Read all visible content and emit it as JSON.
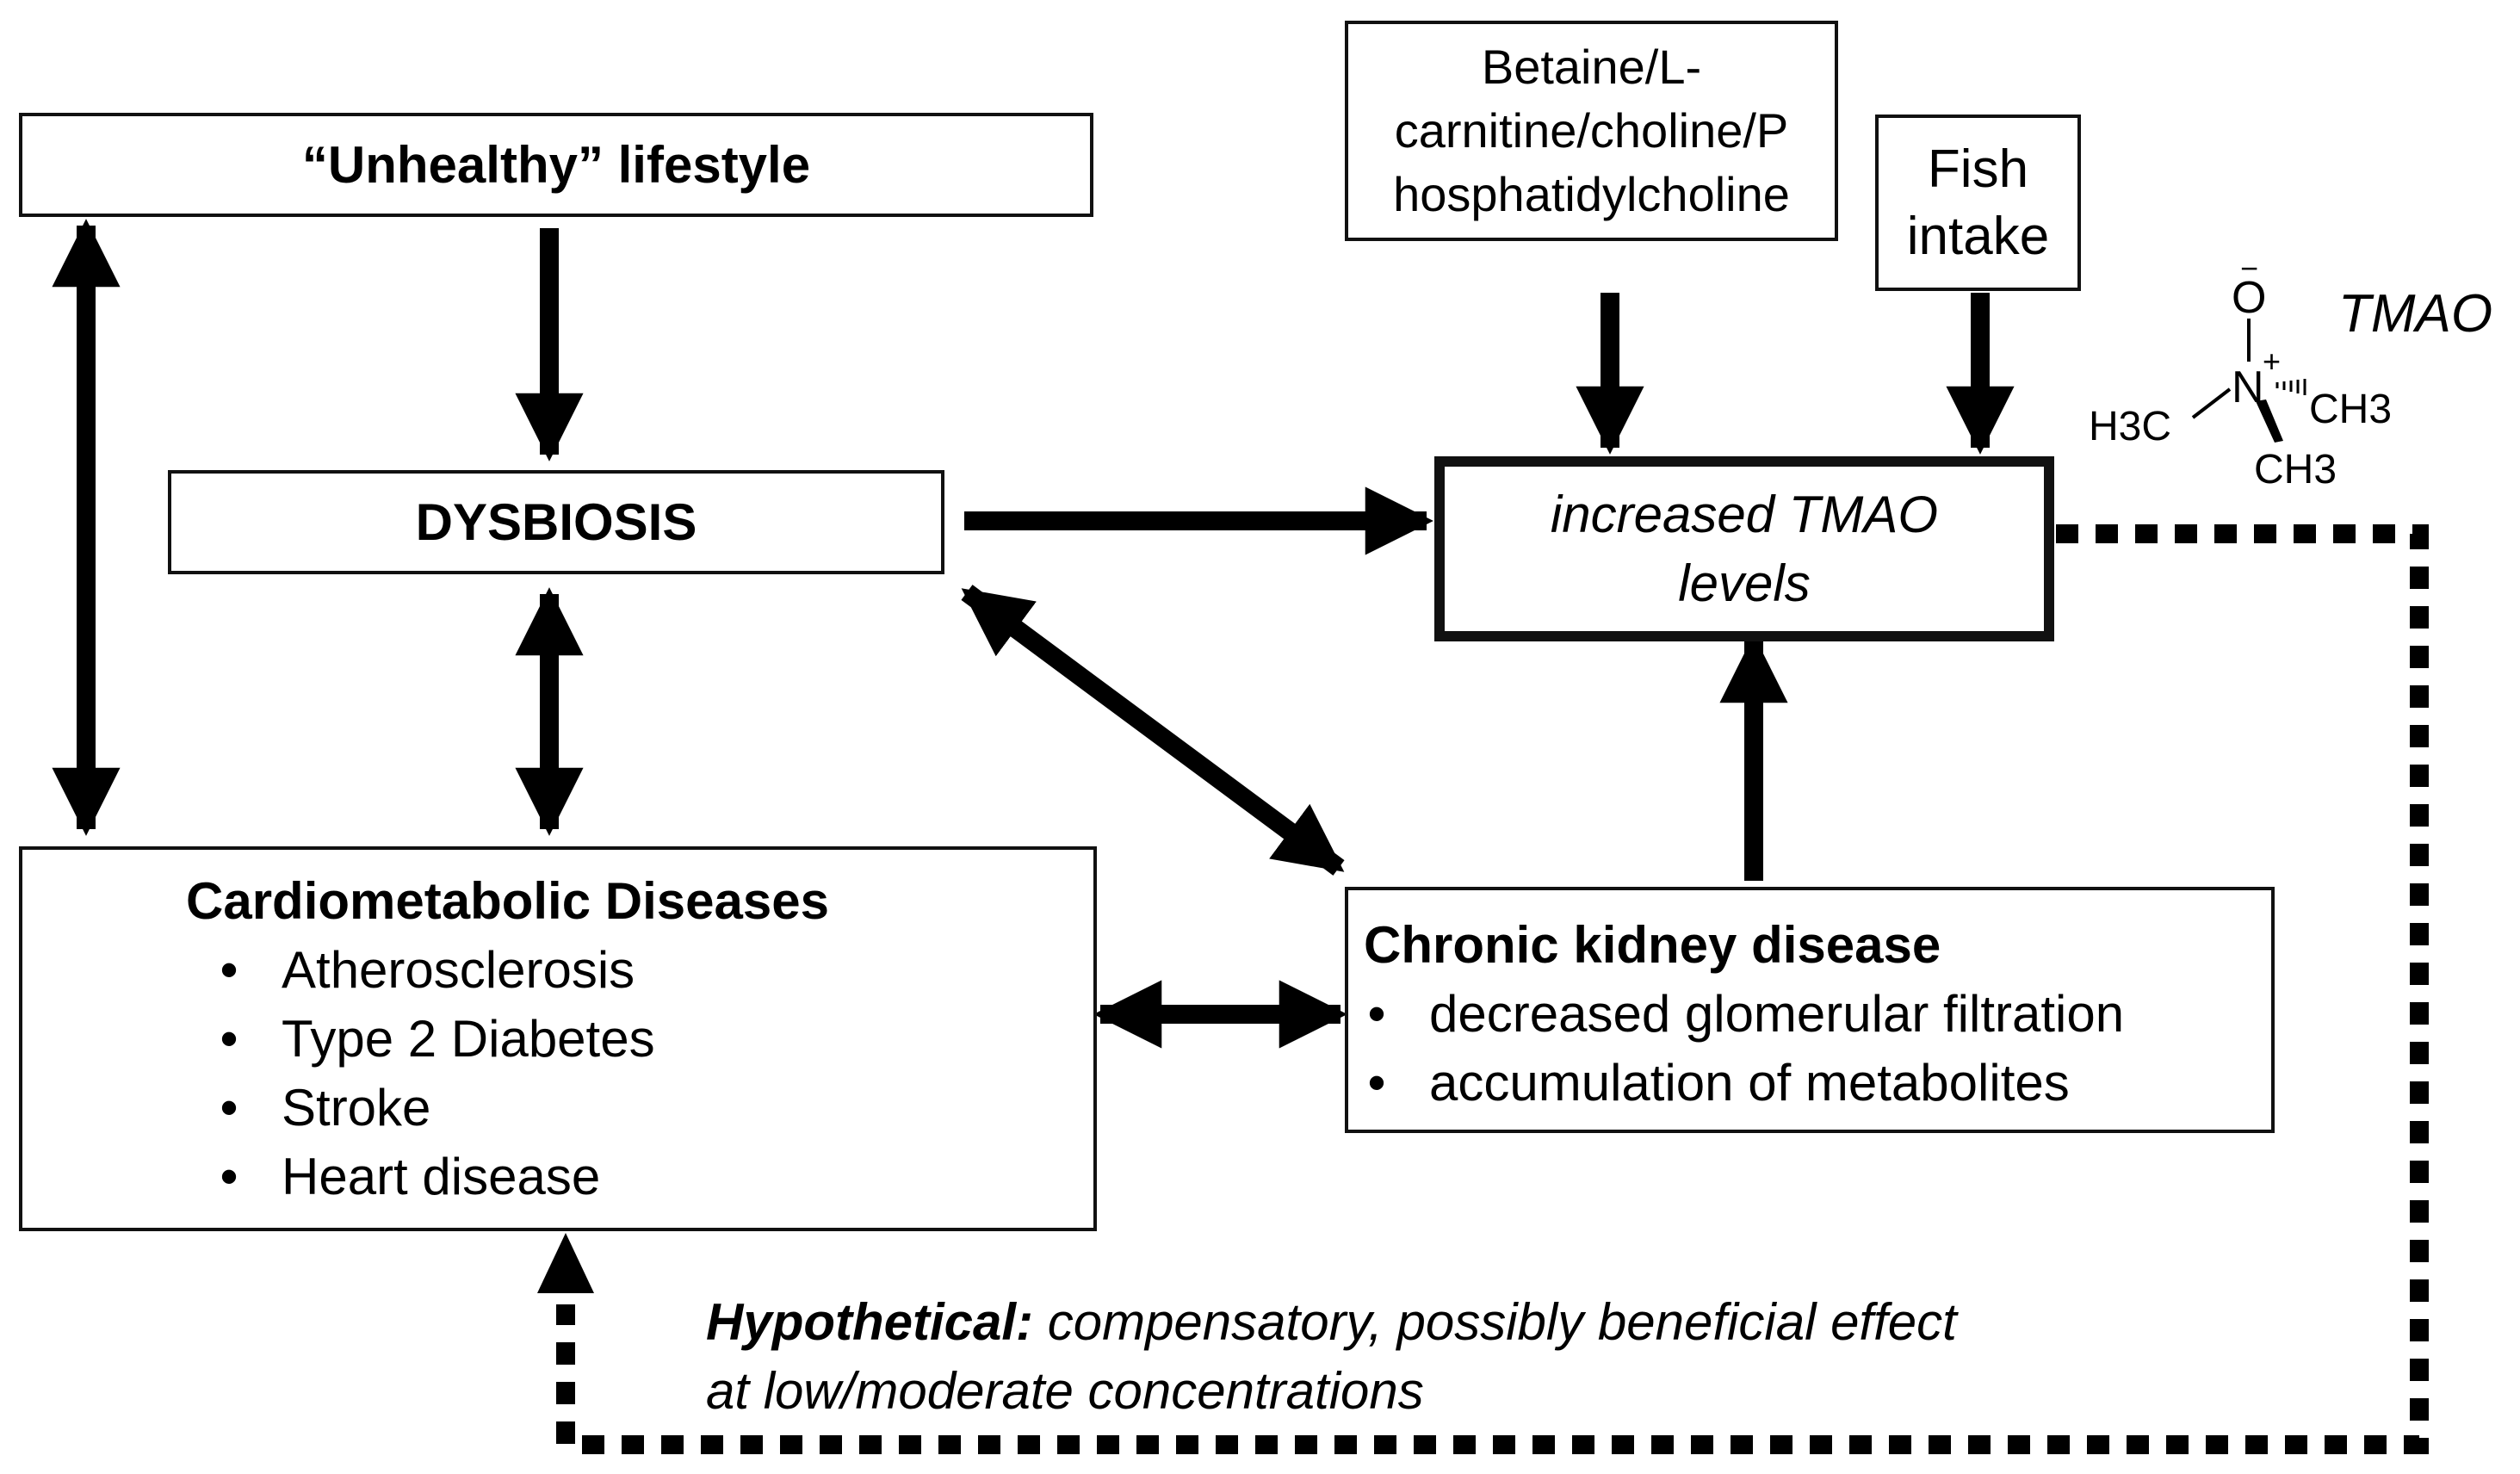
{
  "nodes": {
    "lifestyle": "“Unhealthy” lifestyle",
    "dysbiosis": "DYSBIOSIS",
    "precursors": "Betaine/L-carnitine/choline/Phosphatidylcholine",
    "precursors_lines": [
      "Betaine/L-",
      "carnitine/choline/P",
      "hosphatidylcholine"
    ],
    "fish": "Fish intake",
    "fish_lines": [
      "Fish",
      "intake"
    ],
    "tmao_levels": "increased TMAO levels",
    "tmao_lines": [
      "increased TMAO",
      "levels"
    ],
    "cardio": {
      "title": "Cardiometabolic Diseases",
      "items": [
        "Atherosclerosis",
        "Type 2 Diabetes",
        "Stroke",
        "Heart disease"
      ]
    },
    "ckd": {
      "title": "Chronic kidney disease",
      "items": [
        "decreased glomerular filtration",
        "accumulation of metabolites"
      ]
    }
  },
  "molecule": {
    "label": "TMAO",
    "oxygen": "O",
    "oxygen_charge": "−",
    "nitrogen": "N",
    "nitrogen_charge": "+",
    "methyl_left": "H3C",
    "methyl_right": "CH3",
    "methyl_bottom": "CH3"
  },
  "hypothesis": {
    "label": "Hypothetical:",
    "text": " compensatory, possibly beneficial effect",
    "line2": "at low/moderate concentrations"
  },
  "bullet_glyph": "•"
}
